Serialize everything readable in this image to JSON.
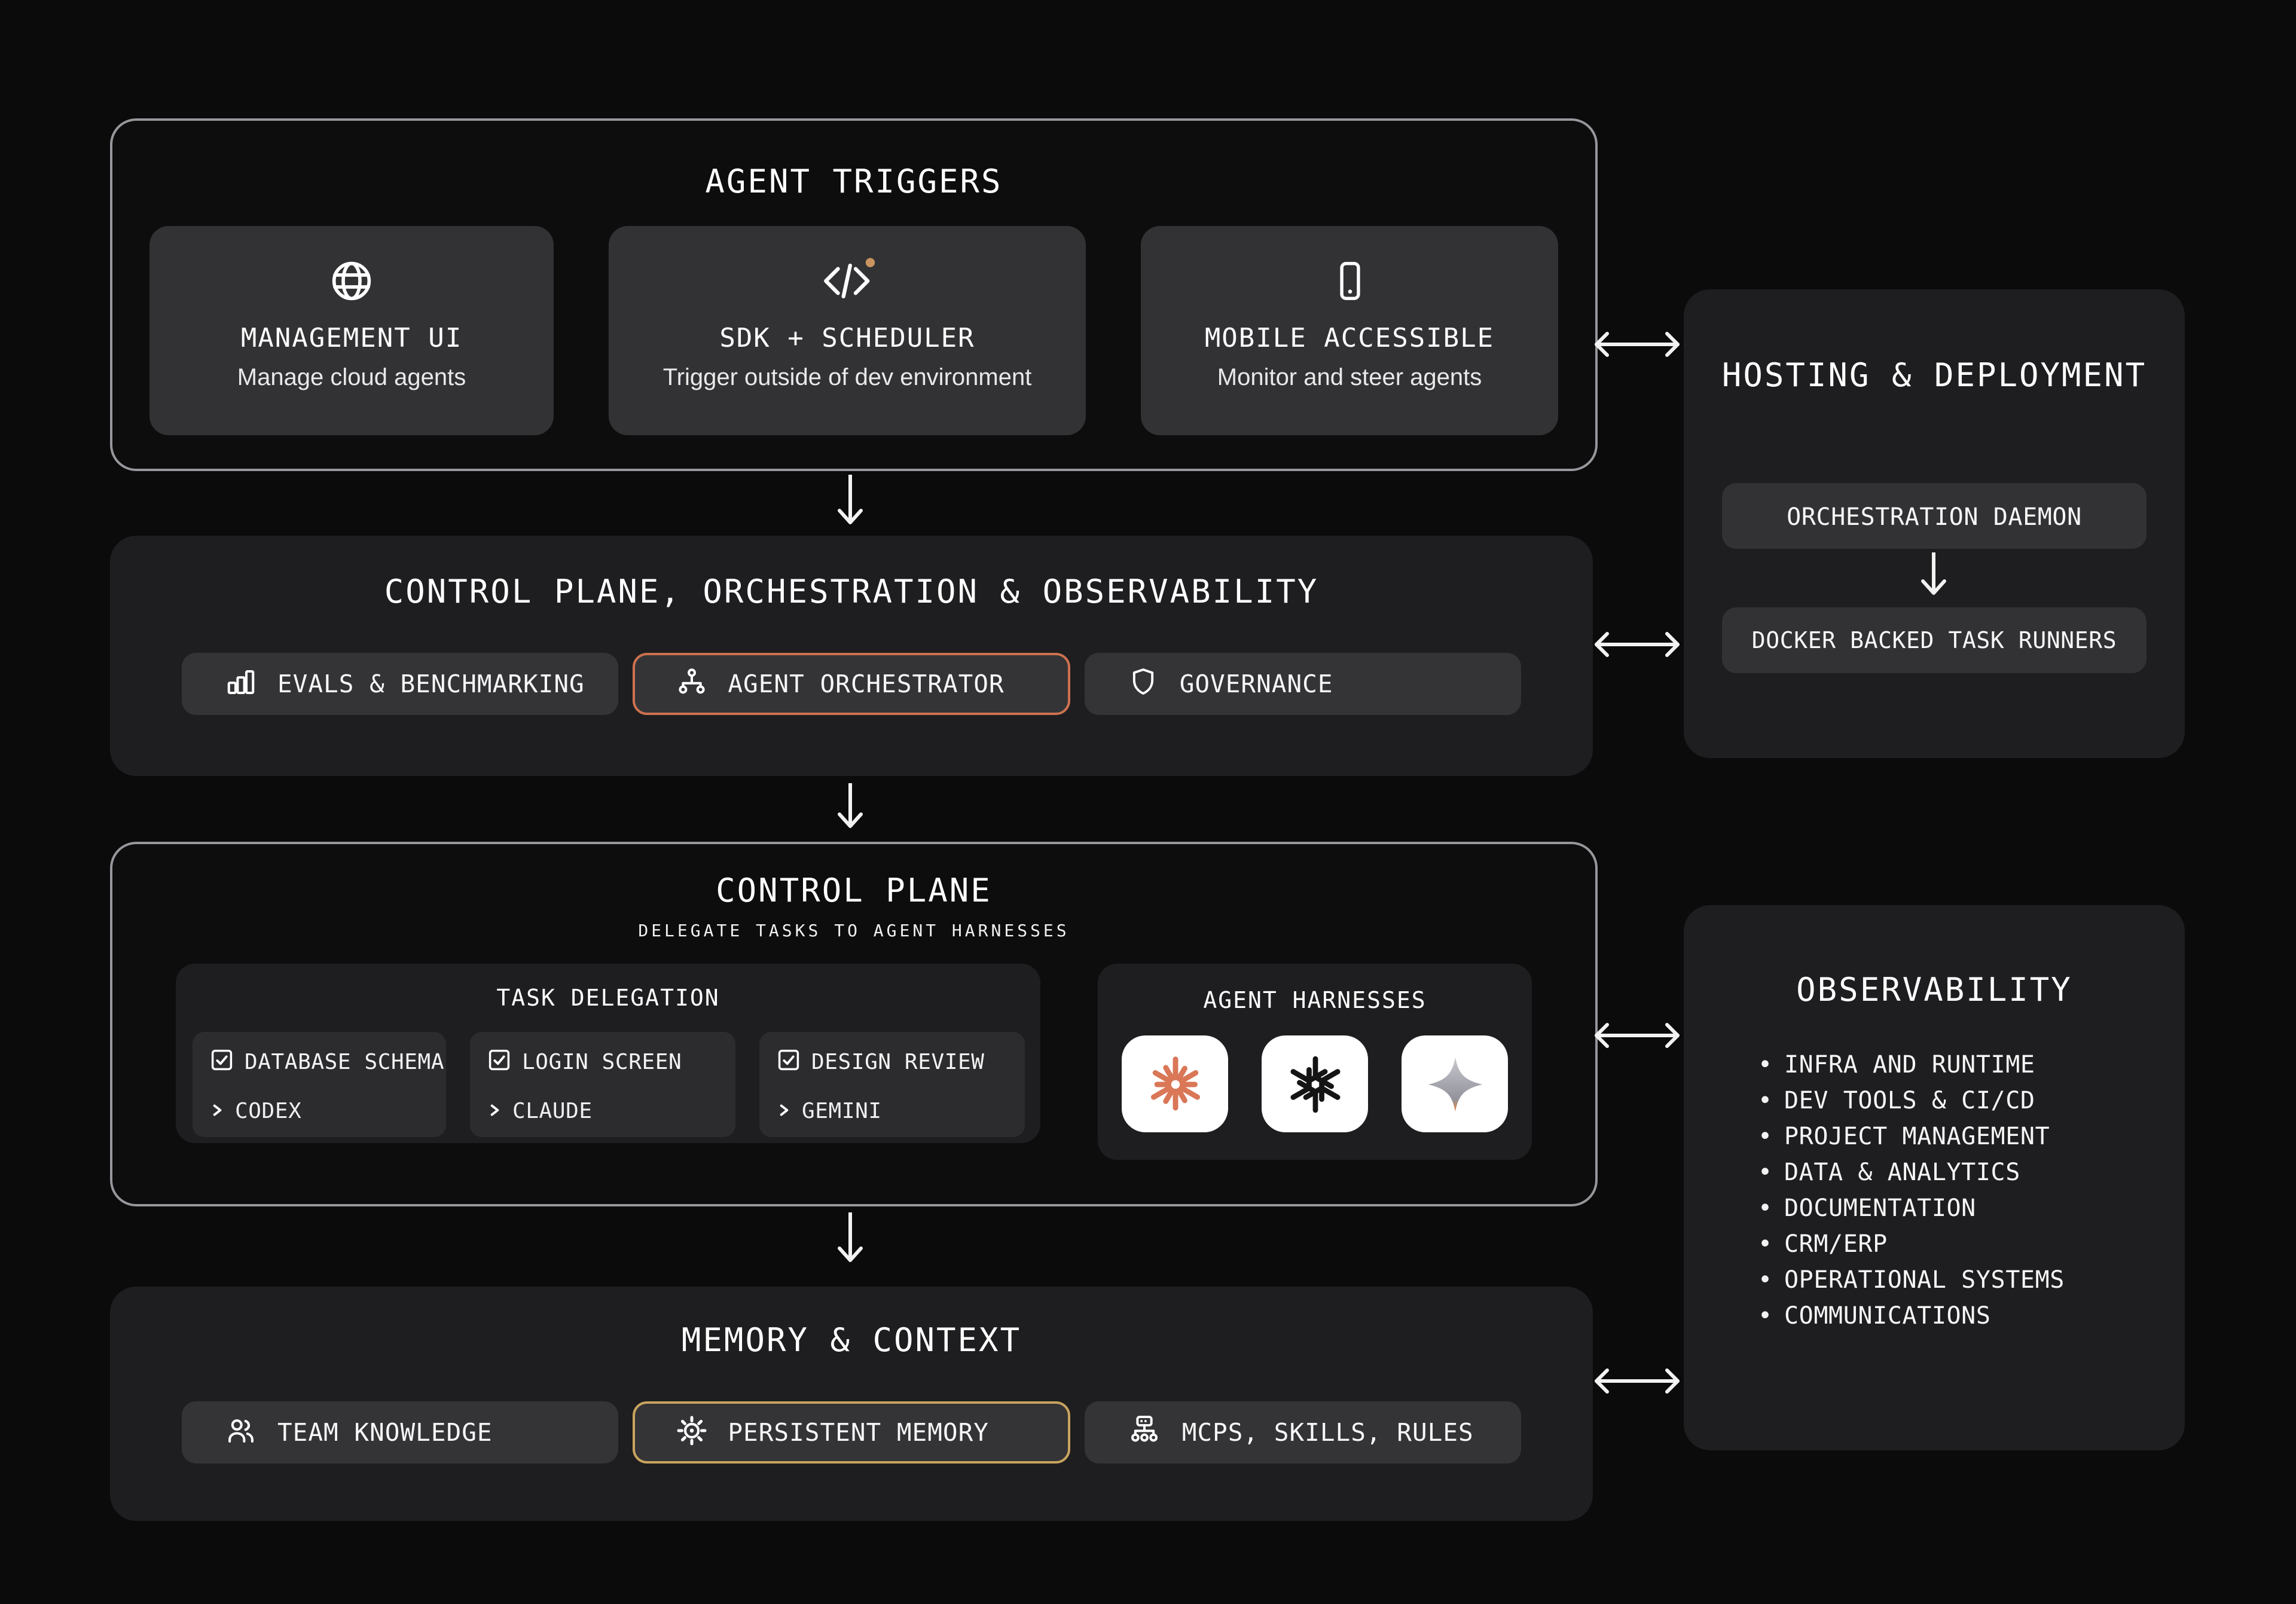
{
  "page": {
    "bg": "#0b0b0c",
    "panel_bg": "#1e1e20",
    "card_bg": "#323235",
    "outline_color": "#97979c",
    "accent_orange": "#cc7150",
    "accent_gold": "#c9a45e",
    "claude_orange": "#d97757"
  },
  "agent_triggers": {
    "title": "AGENT TRIGGERS",
    "cards": [
      {
        "icon": "globe-icon",
        "title": "MANAGEMENT UI",
        "subtitle": "Manage cloud agents"
      },
      {
        "icon": "code-icon",
        "title": "SDK + SCHEDULER",
        "subtitle": "Trigger outside of dev environment"
      },
      {
        "icon": "smartphone-icon",
        "title": "MOBILE ACCESSIBLE",
        "subtitle": "Monitor and steer agents"
      }
    ]
  },
  "orchestration": {
    "title": "CONTROL PLANE, ORCHESTRATION & OBSERVABILITY",
    "buttons": [
      {
        "icon": "bar-chart-icon",
        "label": "EVALS & BENCHMARKING"
      },
      {
        "icon": "network-icon",
        "label": "AGENT ORCHESTRATOR"
      },
      {
        "icon": "shield-icon",
        "label": "GOVERNANCE"
      }
    ]
  },
  "control_plane": {
    "title": "CONTROL PLANE",
    "subtitle": "DELEGATE TASKS TO AGENT HARNESSES",
    "task_delegation": {
      "title": "TASK DELEGATION",
      "tasks": [
        {
          "icon": "checkbox-checked-icon",
          "label": "DATABASE SCHEMA",
          "agent": "CODEX"
        },
        {
          "icon": "checkbox-checked-icon",
          "label": "LOGIN SCREEN",
          "agent": "CLAUDE"
        },
        {
          "icon": "checkbox-checked-icon",
          "label": "DESIGN REVIEW",
          "agent": "GEMINI"
        }
      ]
    },
    "agent_harnesses": {
      "title": "AGENT HARNESSES",
      "logos": [
        {
          "icon": "claude-logo"
        },
        {
          "icon": "openai-logo"
        },
        {
          "icon": "gemini-logo"
        }
      ]
    }
  },
  "memory_context": {
    "title": "MEMORY & CONTEXT",
    "buttons": [
      {
        "icon": "users-icon",
        "label": "TEAM KNOWLEDGE"
      },
      {
        "icon": "gear-icon",
        "label": "PERSISTENT MEMORY"
      },
      {
        "icon": "sitemap-icon",
        "label": "MCPS, SKILLS, RULES"
      }
    ]
  },
  "hosting": {
    "title": "HOSTING & DEPLOYMENT",
    "nodes": [
      "ORCHESTRATION DAEMON",
      "DOCKER BACKED TASK RUNNERS"
    ]
  },
  "observability": {
    "title": "OBSERVABILITY",
    "bullet": "•",
    "items": [
      "INFRA AND RUNTIME",
      "DEV TOOLS & CI/CD",
      "PROJECT MANAGEMENT",
      "DATA & ANALYTICS",
      "DOCUMENTATION",
      "CRM/ERP",
      "OPERATIONAL SYSTEMS",
      "COMMUNICATIONS"
    ]
  }
}
